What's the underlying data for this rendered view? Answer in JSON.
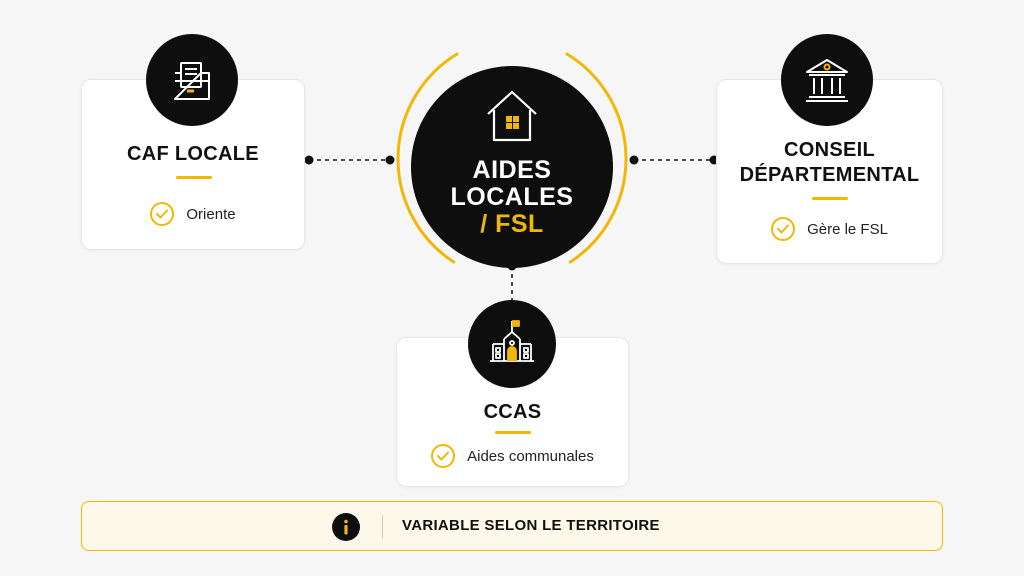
{
  "center": {
    "line1": "AIDES",
    "line2": "LOCALES",
    "line3": "/ FSL",
    "icon": "house-icon"
  },
  "nodes": [
    {
      "title": "CAF LOCALE",
      "item": "Oriente",
      "icon": "folder-documents-icon"
    },
    {
      "title_line1": "CONSEIL",
      "title_line2": "DÉPARTEMENTAL",
      "item": "Gère le FSL",
      "icon": "government-building-icon"
    },
    {
      "title": "CCAS",
      "item": "Aides communales",
      "icon": "town-hall-icon"
    }
  ],
  "footer": {
    "text": "VARIABLE SELON LE TERRITOIRE",
    "icon": "info-icon"
  },
  "colors": {
    "accent": "#f2b705",
    "dark": "#0e0e0e",
    "card": "#ffffff",
    "background": "#f6f6f6"
  }
}
